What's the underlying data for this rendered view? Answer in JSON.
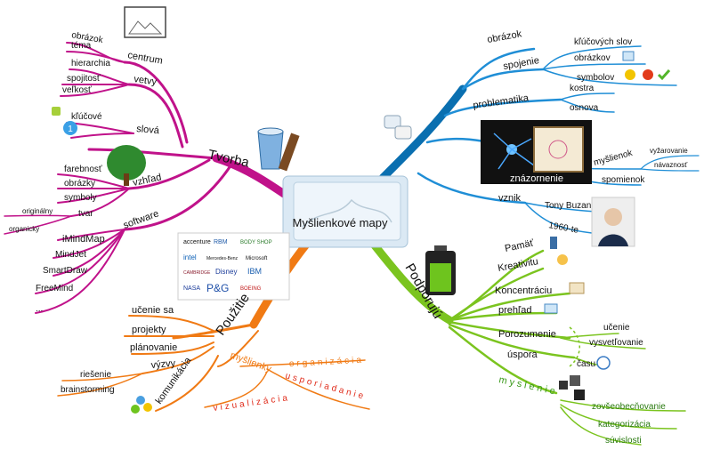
{
  "center": {
    "title": "Myšlienkové mapy"
  },
  "colors": {
    "tvorba": "#c0128a",
    "pouzitie": "#f07a14",
    "podporuju": "#7bc41f",
    "top_right": "#1f8ed6",
    "spine": "#0a6fb0"
  },
  "tvorba": {
    "label": "Tvorba",
    "centrum": {
      "label": "centrum",
      "items": [
        "obrázok",
        "téma"
      ]
    },
    "vetvy": {
      "label": "vetvy",
      "items": [
        "hierarchia",
        "spojitosť",
        "veľkosť"
      ]
    },
    "slova": {
      "label": "slová",
      "items": [
        "kľúčové"
      ],
      "badge": "1"
    },
    "vzhlad": {
      "label": "vzhľad",
      "items": [
        "farebnosť",
        "obrázky",
        "symboly",
        "tvar"
      ],
      "tvar_items": [
        "originálny",
        "organický"
      ]
    },
    "software": {
      "label": "software",
      "items": [
        "iMindMap",
        "MindJet",
        "SmartDraw",
        "FreeMind",
        "..."
      ]
    }
  },
  "pouzitie": {
    "label": "Použitie",
    "items": [
      "učenie sa",
      "projekty",
      "plánovanie",
      "výzvy",
      "komunikácia"
    ],
    "vyzvy_items": [
      "riešenie",
      "brainstorming"
    ],
    "myslienky": {
      "label": "myšlienky",
      "items": [
        "organizácia",
        "usporiadanie",
        "vizualizácia"
      ]
    }
  },
  "podporuju": {
    "label": "Podporujú",
    "items": [
      "Pamäť",
      "Kreativitu",
      "Koncentráciu",
      "prehľad",
      "Porozumenie",
      "úspora",
      "myslenie"
    ],
    "porozumenie_items": [
      "učenie",
      "vysvetľovanie"
    ],
    "uspora_items": [
      "času"
    ],
    "myslenie_items": [
      "zovšeobecňovanie",
      "kategorizácia",
      "súvislosti"
    ]
  },
  "top_right": {
    "obrazok": "obrázok",
    "spojenie": {
      "label": "spojenie",
      "items": [
        "kľúčových slov",
        "obrázkov",
        "symbolov"
      ]
    },
    "problematika": {
      "label": "problematika",
      "items": [
        "kostra",
        "osnova"
      ]
    },
    "znazornenie": {
      "label": "znázornenie",
      "items": [
        "myšlienok",
        "spomienok"
      ],
      "myslienok_items": [
        "vyžarovanie",
        "návaznosť"
      ]
    },
    "vznik": {
      "label": "vznik",
      "items": [
        "Tony Buzan",
        "1960-te"
      ]
    }
  },
  "logos": [
    "accenture",
    "RBM",
    "BODY SHOP",
    "intel",
    "Mercedes-Benz",
    "Microsoft",
    "CAMBRIDGE",
    "Disney",
    "IBM",
    "NASA",
    "P&G",
    "BOEING"
  ]
}
